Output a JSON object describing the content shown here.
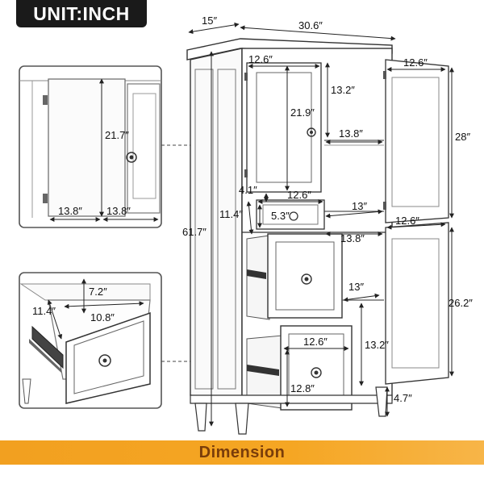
{
  "header": {
    "unit_label": "UNIT:INCH"
  },
  "footer": {
    "title": "Dimension"
  },
  "colors": {
    "banner": "#f5a623",
    "banner_text": "#7a3d0a",
    "badge": "#1a1a1a",
    "line": "#333333"
  },
  "dimensions": {
    "depth": "15″",
    "total_width": "30.6″",
    "total_height": "61.7″",
    "upper_door_width": "12.6″",
    "upper_door_height": "21.9″",
    "upper_shelf_height": "13.2″",
    "upper_shelf_width": "13.8″",
    "upper_side_door_width": "12.6″",
    "upper_cabinet_height": "28″",
    "small_drawer_gap": "4.1″",
    "small_drawer_width": "12.6″",
    "small_drawer_depth": "11.4″",
    "small_drawer_height": "5.3″",
    "mid_shelf_depth": "13″",
    "mid_side_door_width": "12.6″",
    "mid_shelf_width": "13.8″",
    "lower_shelf_depth": "13″",
    "lower_cabinet_height": "26.2″",
    "lower_shelf_height": "13.2″",
    "bottom_drawer_width": "12.6″",
    "bottom_drawer_height": "12.8″",
    "leg_height": "4.7″"
  },
  "detail_top": {
    "door_height": "21.7″",
    "door_width_left": "13.8″",
    "door_width_right": "13.8″"
  },
  "detail_bottom": {
    "drawer_height": "7.2″",
    "drawer_depth": "11.4″",
    "drawer_width": "10.8″"
  }
}
